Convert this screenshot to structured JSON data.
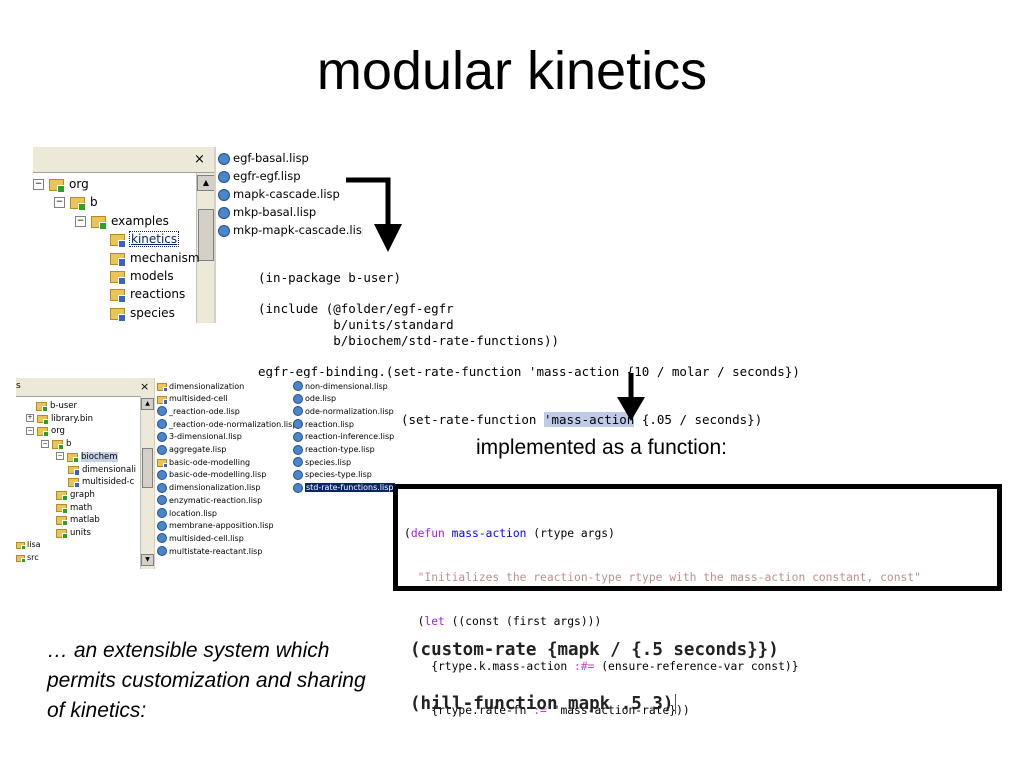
{
  "title": "modular kinetics",
  "explorer1": {
    "close": "×",
    "tree": [
      {
        "label": "org",
        "tag": "green",
        "expander": "⊟"
      },
      {
        "label": "b",
        "tag": "green",
        "expander": "⊟"
      },
      {
        "label": "examples",
        "tag": "green",
        "expander": "⊟"
      },
      {
        "label": "kinetics",
        "tag": "blue",
        "selected": true
      },
      {
        "label": "mechanism",
        "tag": "blue"
      },
      {
        "label": "models",
        "tag": "blue"
      },
      {
        "label": "reactions",
        "tag": "blue"
      },
      {
        "label": "species",
        "tag": "blue"
      }
    ],
    "files": [
      "egf-basal.lisp",
      "egfr-egf.lisp",
      "mapk-cascade.lisp",
      "mkp-basal.lisp",
      "mkp-mapk-cascade.lisp"
    ]
  },
  "code1": {
    "lines": [
      "(in-package b-user)",
      "",
      "(include (@folder/egf-egfr",
      "          b/units/standard",
      "          b/biochem/std-rate-functions))",
      "",
      "egfr-egf-binding.(set-rate-function 'mass-action {10 / molar / seconds})"
    ],
    "last_pre": "egfr-egf-unbinding.(set-rate-function ",
    "last_hl": "'mass-action",
    "last_post": " {.05 / seconds})"
  },
  "explorer2": {
    "header": "s",
    "close": "×",
    "tree": [
      {
        "label": "b-user",
        "tag": "green"
      },
      {
        "label": "library.bin",
        "tag": "green",
        "expander": "⊞"
      },
      {
        "label": "org",
        "tag": "green",
        "expander": "⊟"
      },
      {
        "label": "b",
        "tag": "green",
        "expander": "⊟"
      },
      {
        "label": "biochem",
        "tag": "green",
        "expander": "⊟",
        "selected": true
      },
      {
        "label": "dimensionali",
        "tag": "blue"
      },
      {
        "label": "multisided-c",
        "tag": "blue"
      },
      {
        "label": "graph",
        "tag": "green"
      },
      {
        "label": "math",
        "tag": "green"
      },
      {
        "label": "matlab",
        "tag": "green"
      },
      {
        "label": "units",
        "tag": "green"
      }
    ],
    "root_items": [
      "lisa",
      "src"
    ],
    "col1": [
      "dimensionalization",
      "multisided-cell",
      "_reaction-ode.lisp",
      "_reaction-ode-normalization.lisp",
      "3-dimensional.lisp",
      "aggregate.lisp",
      "basic-ode-modelling",
      "basic-ode-modelling.lisp",
      "dimensionalization.lisp",
      "enzymatic-reaction.lisp",
      "location.lisp",
      "membrane-apposition.lisp",
      "multisided-cell.lisp",
      "multistate-reactant.lisp"
    ],
    "col2": [
      "non-dimensional.lisp",
      "ode.lisp",
      "ode-normalization.lisp",
      "reaction.lisp",
      "reaction-inference.lisp",
      "reaction-type.lisp",
      "species.lisp",
      "species-type.lisp",
      "std-rate-functions.lisp"
    ]
  },
  "implemented_label": "implemented as a function:",
  "code2": {
    "l1_open": "(",
    "l1_kw": "defun",
    "l1_fn": "mass-action",
    "l1_rest": " (rtype args)",
    "l2_str": "  \"Initializes the reaction-type rtype with the mass-action constant, const\"",
    "l3_open": "  (",
    "l3_kw": "let",
    "l3_rest": " ((const (first args)))",
    "l4_pre": "    {rtype.k.mass-action ",
    "l4_op": ":#=",
    "l4_post": " (ensure-reference-var const)}",
    "l5_pre": "    {rtype.rate-fn ",
    "l5_op": ":=",
    "l5_post": " 'mass-action-rate}))"
  },
  "extensible_text": "… an extensible system which permits customization and sharing of kinetics:",
  "custom_rate": "(custom-rate {mapk / {.5 seconds}})",
  "hill_function": "(hill-function mapk .5 3)",
  "colors": {
    "folder": "#e8c45a",
    "tag_green": "#27a327",
    "tag_blue": "#3a62c4",
    "selection": "#0a246a",
    "highlight": "#bfcbe6",
    "keyword": "#a020f0",
    "function_name": "#0000ff",
    "string": "#bc8f8f"
  }
}
